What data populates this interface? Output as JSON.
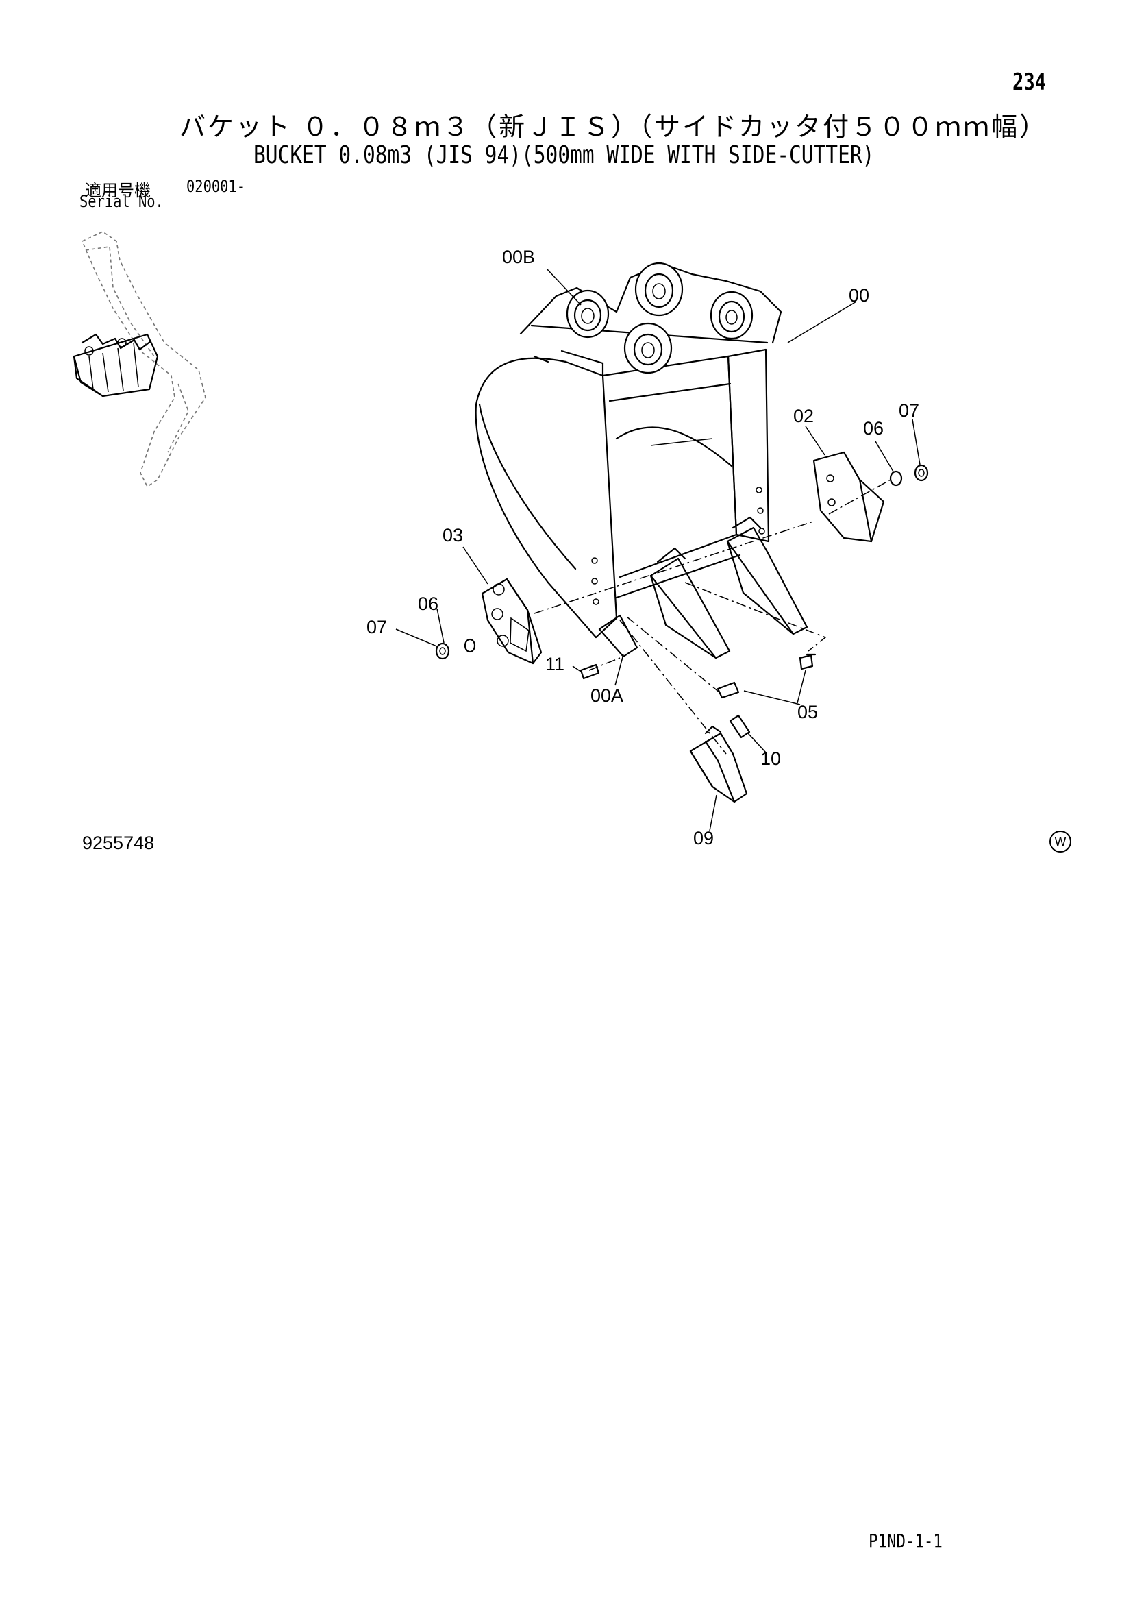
{
  "header": {
    "page_number": "234",
    "title_jp": "バケット ０．０８ｍ３（新ＪＩＳ）（サイドカッタ付５００ｍｍ幅）",
    "title_en": "BUCKET 0.08m3 (JIS 94)(500mm WIDE WITH SIDE-CUTTER)",
    "serial_label_jp": "適用号機",
    "serial_value": "020001-",
    "serial_label_en": "Serial No."
  },
  "callouts": [
    {
      "id": "00B",
      "label": "00B"
    },
    {
      "id": "00",
      "label": "00"
    },
    {
      "id": "02",
      "label": "02"
    },
    {
      "id": "06-right",
      "label": "06"
    },
    {
      "id": "07-right",
      "label": "07"
    },
    {
      "id": "03",
      "label": "03"
    },
    {
      "id": "06-left",
      "label": "06"
    },
    {
      "id": "07-left",
      "label": "07"
    },
    {
      "id": "11",
      "label": "11"
    },
    {
      "id": "00A",
      "label": "00A"
    },
    {
      "id": "05",
      "label": "05"
    },
    {
      "id": "10",
      "label": "10"
    },
    {
      "id": "09",
      "label": "09"
    }
  ],
  "footer": {
    "drawing_number": "9255748",
    "mark": "W",
    "page_code": "P1ND-1-1"
  }
}
